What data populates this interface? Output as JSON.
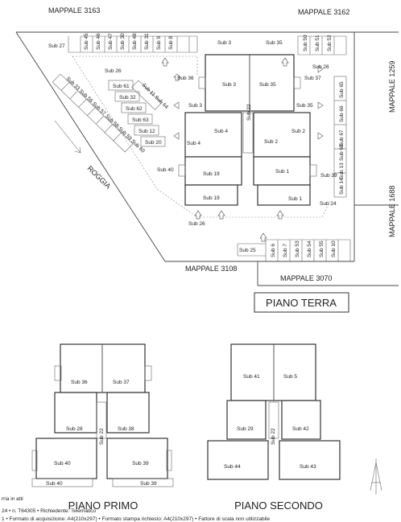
{
  "titles": {
    "piano_terra": "PIANO TERRA",
    "piano_primo": "PIANO PRIMO",
    "piano_secondo": "PIANO SECONDO"
  },
  "mappali": {
    "m3163": "MAPPALE 3163",
    "m3162": "MAPPALE 3162",
    "m1259": "MAPPALE 1259",
    "m1688": "MAPPALE 1688",
    "m3108": "MAPPALE 3108",
    "m3070": "MAPPALE 3070"
  },
  "roggia": "ROGGIA",
  "ground_labels": {
    "sub27": "Sub 27",
    "sub45": "Sub 45",
    "sub46": "Sub 46",
    "sub47": "Sub 47",
    "sub30": "Sub 30",
    "sub48": "Sub 48",
    "sub31": "Sub 31",
    "sub9": "Sub 9",
    "sub8": "Sub 8",
    "sub3": "Sub 3",
    "sub35": "Sub 35",
    "sub50": "Sub 50",
    "sub51": "Sub 51",
    "sub52": "Sub 52",
    "sub26": "Sub 26",
    "sub37": "Sub 37",
    "sub36": "Sub 36",
    "sub65": "Sub 65",
    "sub66": "Sub 66",
    "sub67": "Sub 67",
    "sub68": "Sub 68",
    "sub13": "Sub 13",
    "sub14": "Sub 14",
    "sub61": "Sub 61",
    "sub32": "Sub 32",
    "sub62": "Sub 62",
    "sub63": "Sub 63",
    "sub12": "Sub 12",
    "sub20": "Sub 20",
    "sub1164": "Sub 11 Sub 64",
    "diag": "Sub 33  Sub 56  Sub 57  Sub 58  Sub 59  Sub 60",
    "sub4": "Sub 4",
    "sub22": "Sub 22",
    "sub2": "Sub 2",
    "sub40": "Sub 40",
    "sub19": "Sub 19",
    "sub1": "Sub 1",
    "sub39": "Sub 39",
    "sub24": "Sub 24",
    "sub25": "Sub 25",
    "sub6": "Sub 6",
    "sub7": "Sub 7",
    "sub53": "Sub 53",
    "sub54": "Sub 54",
    "sub55": "Sub 55",
    "sub10": "Sub 10"
  },
  "first_floor_labels": {
    "sub36": "Sub 36",
    "sub37": "Sub 37",
    "sub28": "Sub 28",
    "sub38": "Sub 38",
    "sub22": "Sub 22",
    "sub40": "Sub 40",
    "sub39": "Sub 39"
  },
  "second_floor_labels": {
    "sub41": "Sub 41",
    "sub5": "Sub 5",
    "sub29": "Sub 29",
    "sub42": "Sub 42",
    "sub22": "Sub 22",
    "sub44": "Sub 44",
    "sub43": "Sub 43"
  },
  "footer": {
    "line1": "rria in atti",
    "line2": "24 • n. T64305 • Richiedente: Telematico",
    "line3": "1 • Formato di acquisizione: A4(210x297) • Formato stampa richiesto: A4(210x297) • Fattore di scala non utilizzabile"
  }
}
